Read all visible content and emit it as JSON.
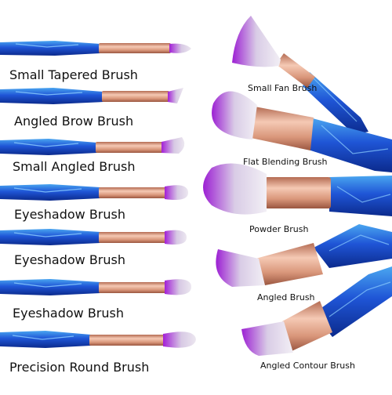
{
  "labels": {
    "small_tapered": "Small Tapered Brush",
    "angled_brow": "Angled Brow Brush",
    "small_angled": "Small Angled Brush",
    "eyeshadow_1": "Eyeshadow Brush",
    "eyeshadow_2": "Eyeshadow Brush",
    "eyeshadow_3": "Eyeshadow Brush",
    "precision_round": "Precision Round Brush",
    "small_fan": "Small Fan Brush",
    "flat_blending": "Flat Blending Brush",
    "powder": "Powder Brush",
    "angled": "Angled Brush",
    "angled_contour": "Angled Contour Brush"
  },
  "colors": {
    "handle_dark": "#0b2a8c",
    "handle_mid": "#1f55d6",
    "handle_light": "#4aa6f0",
    "ferrule": "#d9967a",
    "ferrule_light": "#f5c9b4",
    "bristle_purple": "#a21fd6",
    "bristle_white": "#ece7f0"
  }
}
